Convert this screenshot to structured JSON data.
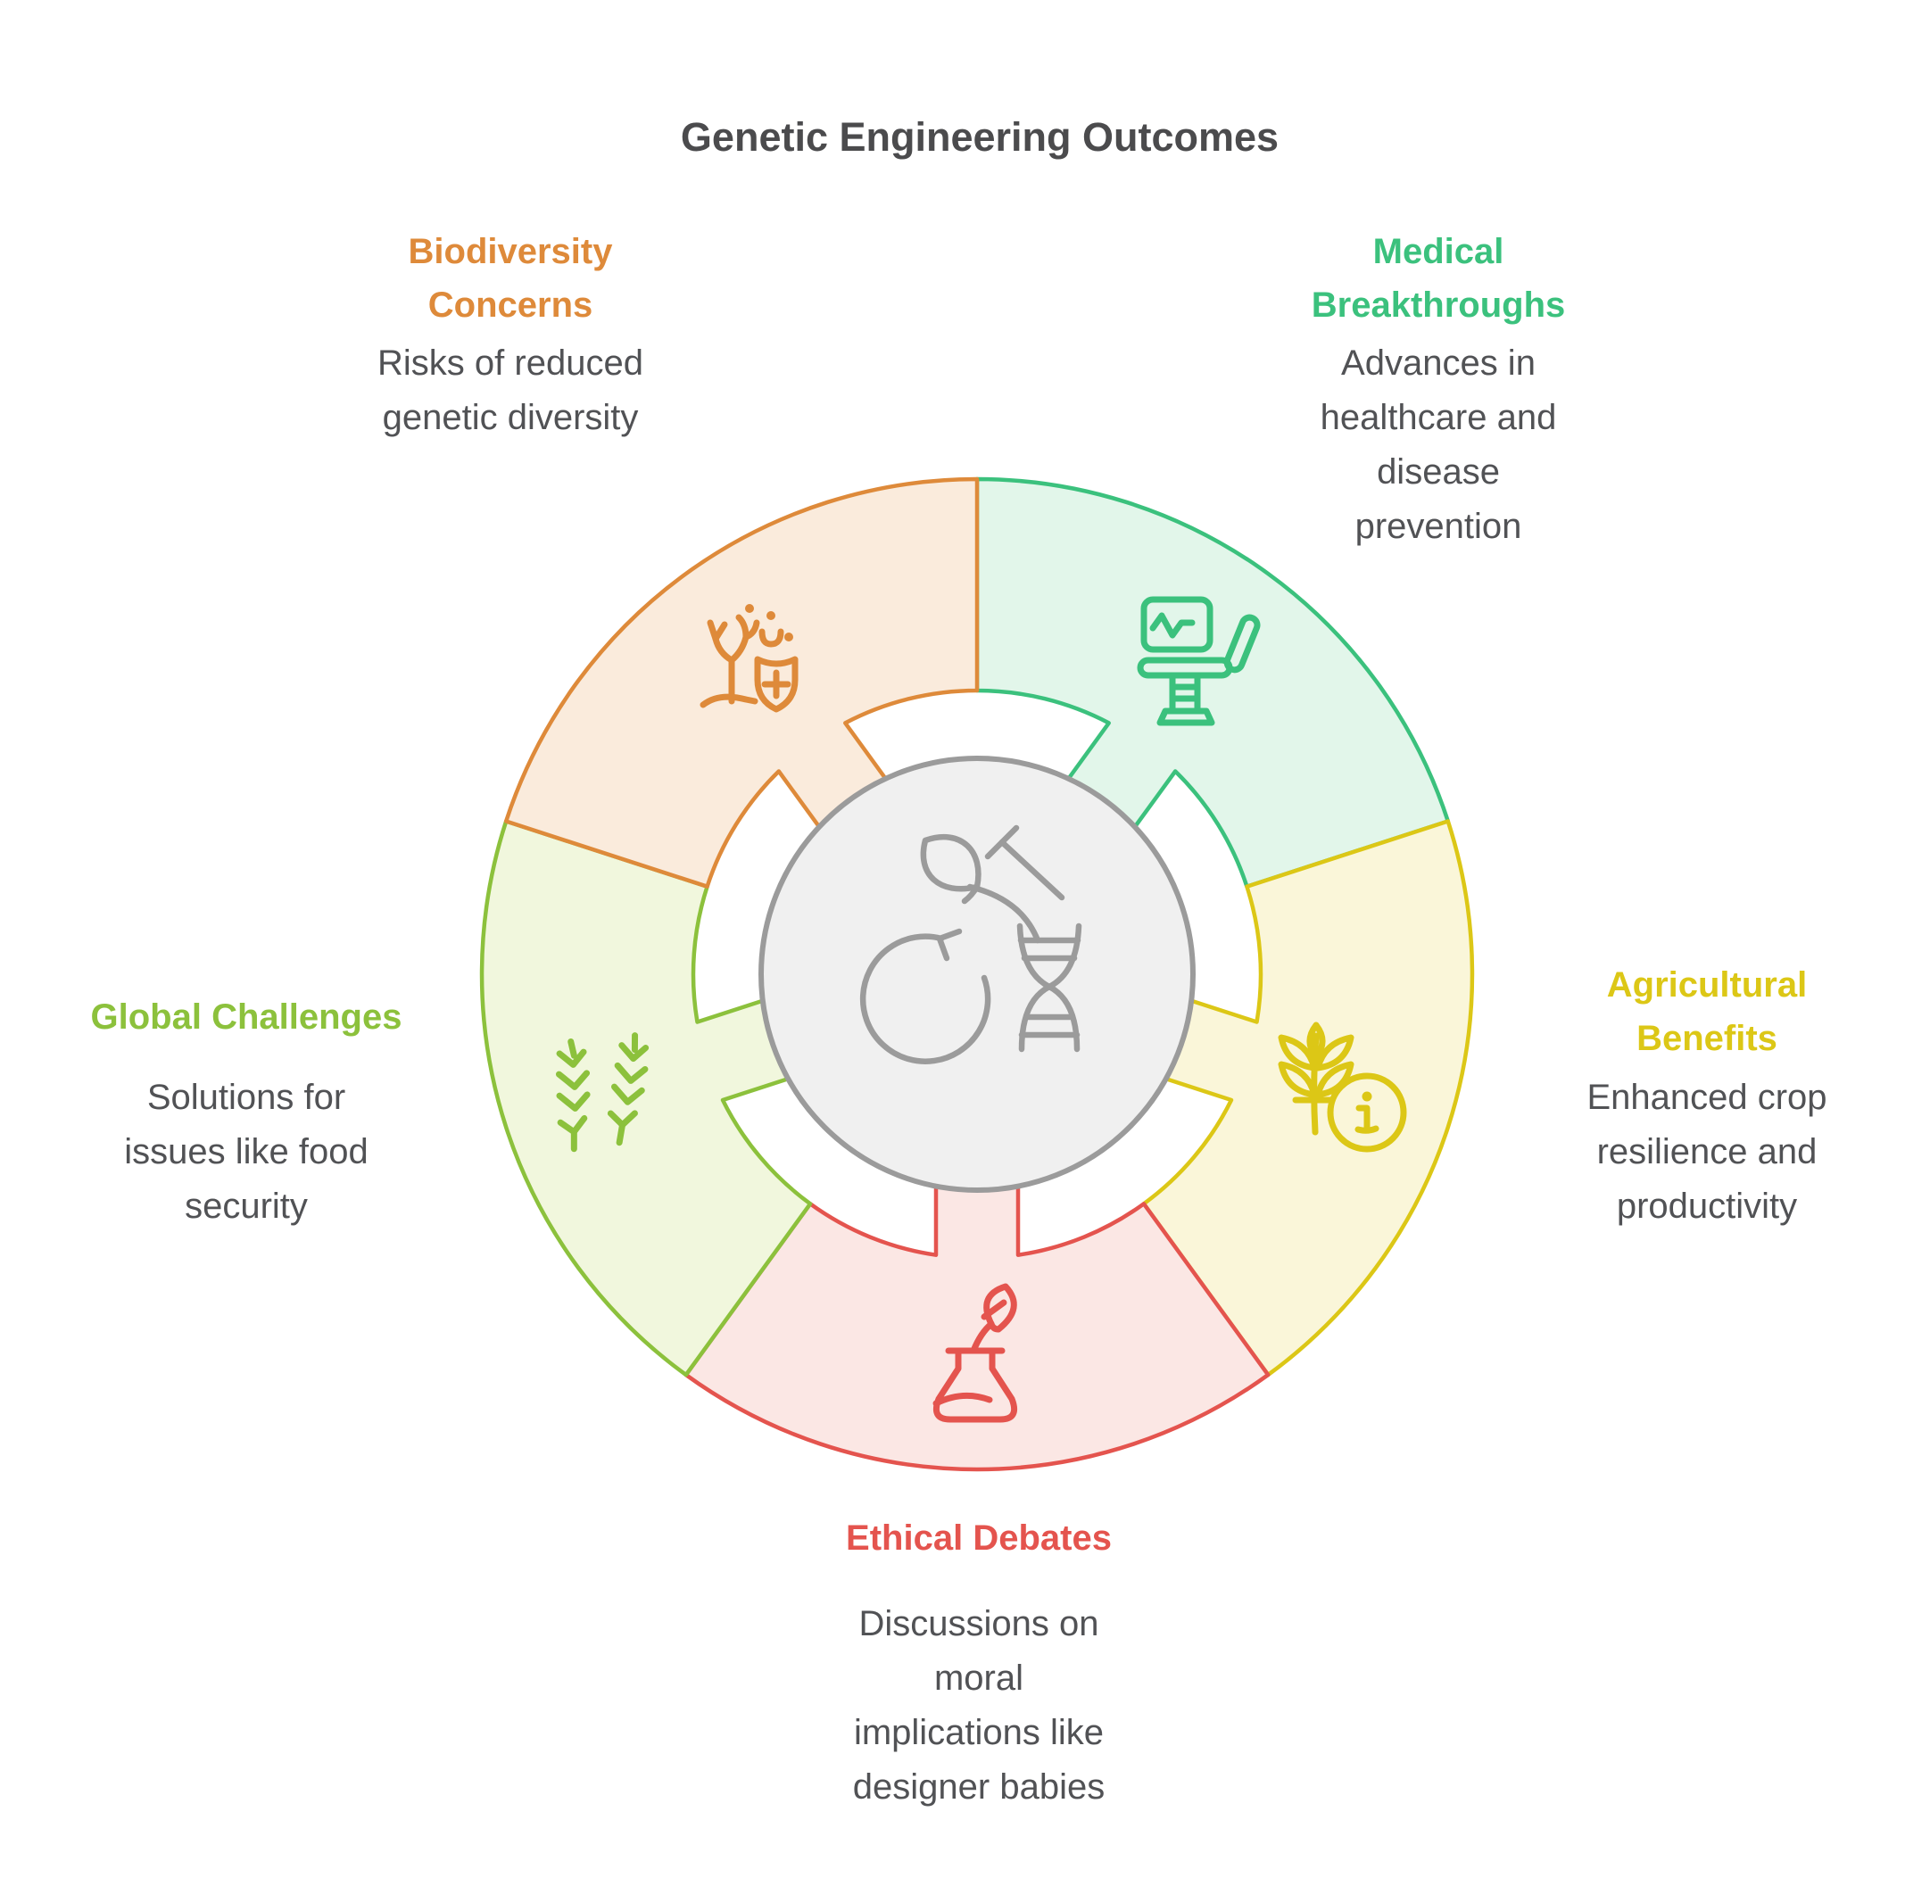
{
  "title": "Genetic Engineering Outcomes",
  "colors": {
    "title_text": "#4B4B4D",
    "description_text": "#515255",
    "center_circle_fill": "#F0F0F0",
    "center_stroke": "#9B9B9B"
  },
  "center": {
    "icon": "apple-dna-transform-icon"
  },
  "segments": [
    {
      "id": "medical",
      "label": "Medical\nBreakthroughs",
      "description": "Advances in\nhealthcare and\ndisease\nprevention",
      "color": "#3BC17D",
      "fill": "#E2F6EA",
      "icon": "exam-chair-icon",
      "start_angle": 0,
      "end_angle": 72
    },
    {
      "id": "agricultural",
      "label": "Agricultural\nBenefits",
      "description": "Enhanced crop\nresilience and\nproductivity",
      "color": "#DCC716",
      "fill": "#FAF6D9",
      "icon": "wheat-info-icon",
      "start_angle": 72,
      "end_angle": 144
    },
    {
      "id": "ethical",
      "label": "Ethical Debates",
      "description": "Discussions on\nmoral\nimplications like\ndesigner babies",
      "color": "#E4544E",
      "fill": "#FBE7E4",
      "icon": "flask-sprout-icon",
      "start_angle": 144,
      "end_angle": 216
    },
    {
      "id": "global",
      "label": "Global Challenges",
      "description": "Solutions for\nissues like food\nsecurity",
      "color": "#8CC13C",
      "fill": "#F1F7DD",
      "icon": "crop-sprigs-icon",
      "start_angle": 216,
      "end_angle": 288
    },
    {
      "id": "biodiversity",
      "label": "Biodiversity\nConcerns",
      "description": "Risks of reduced\ngenetic diversity",
      "color": "#DE8A3A",
      "fill": "#FAEBDC",
      "icon": "tree-shield-icon",
      "start_angle": 288,
      "end_angle": 360
    }
  ]
}
